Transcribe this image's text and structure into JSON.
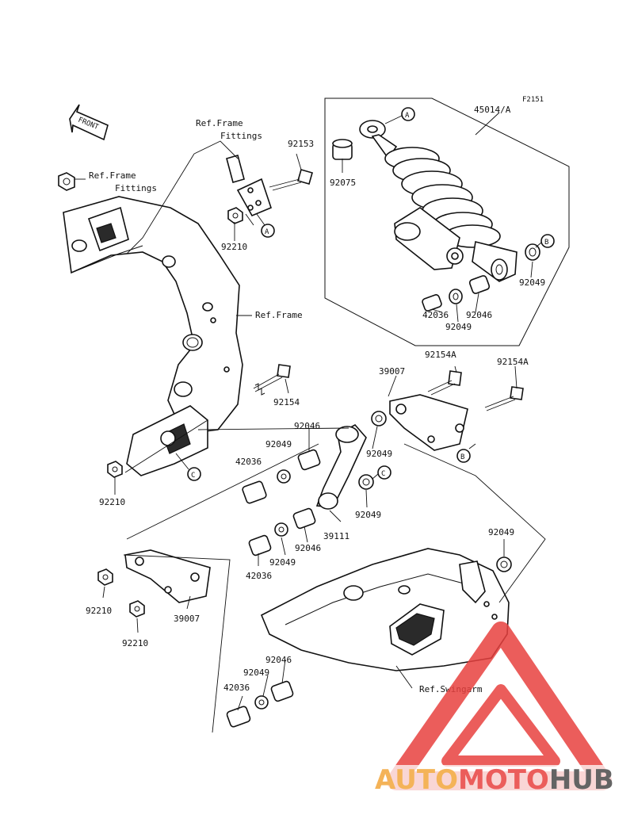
{
  "figure_code": "F2151",
  "front_label": "FRONT",
  "ref_frame_fittings_top": {
    "line1": "Ref.Frame",
    "line2": "Fittings"
  },
  "ref_frame_fittings_left": {
    "line1": "Ref.Frame",
    "line2": "Fittings"
  },
  "ref_frame": "Ref.Frame",
  "ref_swingarm": "Ref.Swingarm",
  "callouts": {
    "a": "A",
    "b": "B",
    "c": "C"
  },
  "parts": {
    "p45014": "45014/A",
    "p92075": "92075",
    "p92153": "92153",
    "p92210_top": "92210",
    "p92049_shock": "92049",
    "p92046_shock": "92046",
    "p92049_shock_low": "92049",
    "p42036_shock": "42036",
    "p92154A_1": "92154A",
    "p92154A_2": "92154A",
    "p39007_top": "39007",
    "p92154": "92154",
    "p92046_mid": "92046",
    "p92049_mid": "92049",
    "p42036_mid": "42036",
    "p92049_link_r": "92049",
    "p92049_link_c": "92049",
    "p39111": "39111",
    "p92046_low": "92046",
    "p92049_low": "92049",
    "p42036_low": "42036",
    "p92210_left": "92210",
    "p92210_a": "92210",
    "p92210_b": "92210",
    "p39007_low": "39007",
    "p92049_swing": "92049",
    "p92046_bottom": "92046",
    "p92049_bottom": "92049",
    "p42036_bottom": "42036"
  },
  "watermark": {
    "part1": "AUTO",
    "part2": "MOTO",
    "part3": "HUB",
    "color1": "#f3a63b",
    "color2": "#e8413f",
    "color3": "#4a4a4a"
  }
}
